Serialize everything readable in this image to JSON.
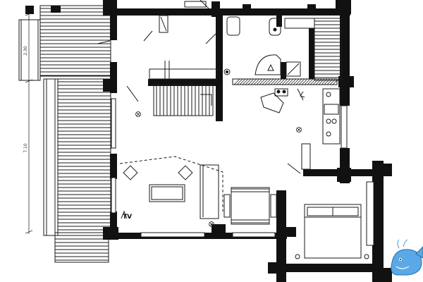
{
  "plan": {
    "dimensions": {
      "upper": "2.30",
      "lower": "7.10"
    },
    "labels": {
      "tv": "TV"
    },
    "colors": {
      "wall": "#111111",
      "line": "#1a1a1a",
      "paper": "#ffffff",
      "logo": "#5aa9e6"
    },
    "icons": [
      "whale-logo-icon"
    ]
  }
}
